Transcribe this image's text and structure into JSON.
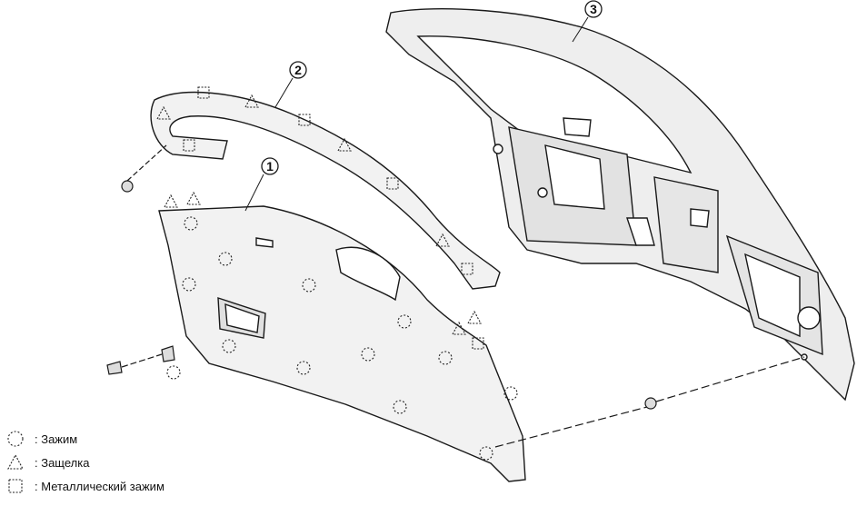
{
  "callouts": [
    {
      "number": "1",
      "part": "trim-panel"
    },
    {
      "number": "2",
      "part": "upper-trim"
    },
    {
      "number": "3",
      "part": "back-door"
    }
  ],
  "legend": [
    {
      "symbol": "circle-dashed-icon",
      "text": ": Зажим"
    },
    {
      "symbol": "triangle-dashed-icon",
      "text": ": Защелка"
    },
    {
      "symbol": "square-dashed-icon",
      "text": ": Металлический зажим"
    }
  ],
  "colors": {
    "line": "#1a1a1a",
    "fill_panel": "#f2f2f2",
    "fill_door": "#eeeeee"
  }
}
